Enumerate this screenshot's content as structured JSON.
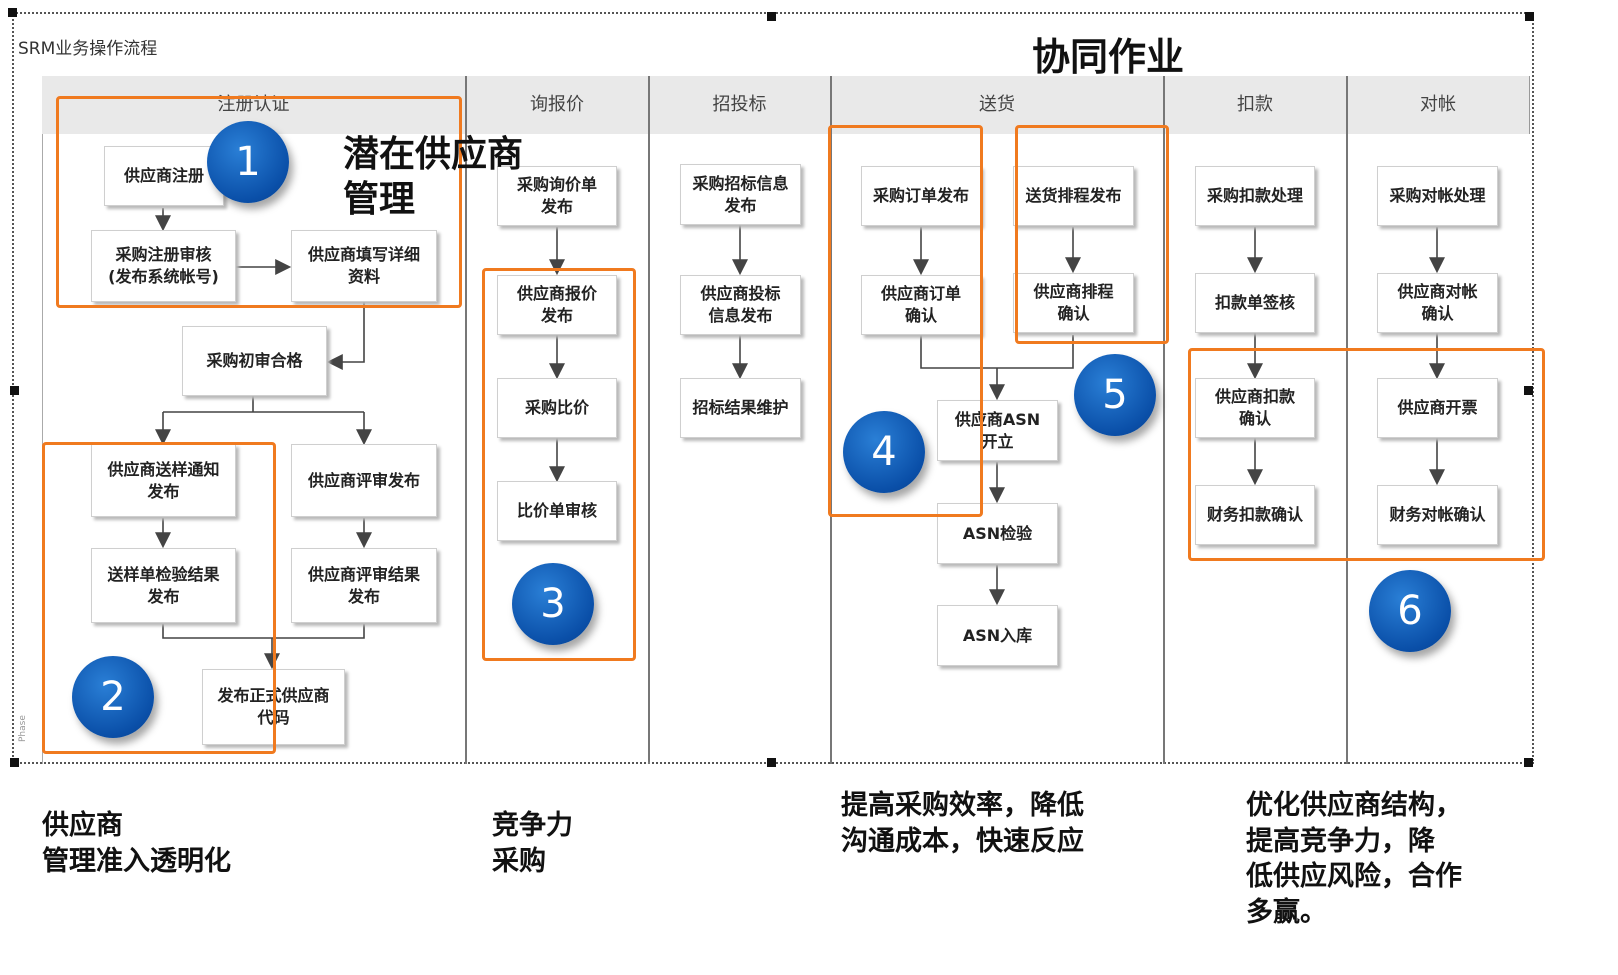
{
  "diagram": {
    "small_title": "SRM业务操作流程",
    "big_title": "协同作业",
    "phase_label": "Phase",
    "lanes": [
      "注册认证",
      "询报价",
      "招投标",
      "送货",
      "扣款",
      "对帐"
    ],
    "boxes": {
      "reg1": "供应商注册",
      "reg2": "采购注册审核\n(发布系统帐号)",
      "reg3": "供应商填写详细\n资料",
      "reg4": "采购初审合格",
      "reg5": "供应商送样通知\n发布",
      "reg6": "送样单检验结果\n发布",
      "reg7": "供应商评审发布",
      "reg8": "供应商评审结果\n发布",
      "reg9": "发布正式供应商\n代码",
      "inq1": "采购询价单\n发布",
      "inq2": "供应商报价\n发布",
      "inq3": "采购比价",
      "inq4": "比价单审核",
      "bid1": "采购招标信息\n发布",
      "bid2": "供应商投标\n信息发布",
      "bid3": "招标结果维护",
      "del1": "采购订单发布",
      "del2": "供应商订单\n确认",
      "del3": "送货排程发布",
      "del4": "供应商排程\n确认",
      "del5": "供应商ASN\n开立",
      "del6": "ASN检验",
      "del7": "ASN入库",
      "ded1": "采购扣款处理",
      "ded2": "扣款单签核",
      "ded3": "供应商扣款\n确认",
      "ded4": "财务扣款确认",
      "rec1": "采购对帐处理",
      "rec2": "供应商对帐\n确认",
      "rec3": "供应商开票",
      "rec4": "财务对帐确认"
    },
    "badges": [
      "1",
      "2",
      "3",
      "4",
      "5",
      "6"
    ],
    "overlay_text": "潜在供应商\n管理",
    "captions": {
      "c1": "供应商\n管理准入透明化",
      "c2": "竞争力\n采购",
      "c3": "提高采购效率，降低\n沟通成本，快速反应",
      "c4": "优化供应商结构，\n提高竞争力，降\n低供应风险，合作\n多赢。"
    },
    "colors": {
      "highlight": "#f07a1f",
      "badge": "#0a4fa8",
      "lane_header": "#e9e9e9"
    }
  }
}
